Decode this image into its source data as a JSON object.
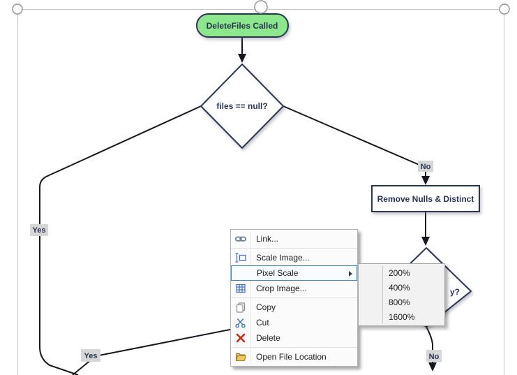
{
  "flowchart": {
    "start_node": "DeleteFiles Called",
    "decision1": "files == null?",
    "process1": "Remove Nulls & Distinct",
    "decision2_visible_text": "y?",
    "edge_labels": {
      "yes_left": "Yes",
      "no_right": "No",
      "yes_bottom": "Yes",
      "no_bottom": "No"
    },
    "colors": {
      "start_fill": "#8de88d",
      "node_stroke": "#2a3550",
      "node_text": "#2a3550",
      "edge": "#17171f",
      "edge_label_bg": "#d6d6d6"
    }
  },
  "selection": {
    "border_color": "#c4c4c4",
    "handle_fill": "#ffffff",
    "handle_stroke": "#8f8f8f"
  },
  "context_menu": {
    "items": [
      {
        "label": "Link...",
        "icon": "link-icon"
      },
      {
        "label": "Scale Image...",
        "icon": "scale-image-icon"
      },
      {
        "label": "Pixel Scale",
        "icon": "none",
        "highlighted": true,
        "has_submenu": true
      },
      {
        "label": "Crop Image...",
        "icon": "crop-image-icon"
      },
      {
        "label": "Copy",
        "icon": "copy-icon"
      },
      {
        "label": "Cut",
        "icon": "cut-icon"
      },
      {
        "label": "Delete",
        "icon": "delete-icon"
      },
      {
        "label": "Open File Location",
        "icon": "open-file-location-icon"
      }
    ],
    "highlight_border": "#3d85c8",
    "submenu": {
      "items": [
        "200%",
        "400%",
        "800%",
        "1600%"
      ]
    }
  }
}
